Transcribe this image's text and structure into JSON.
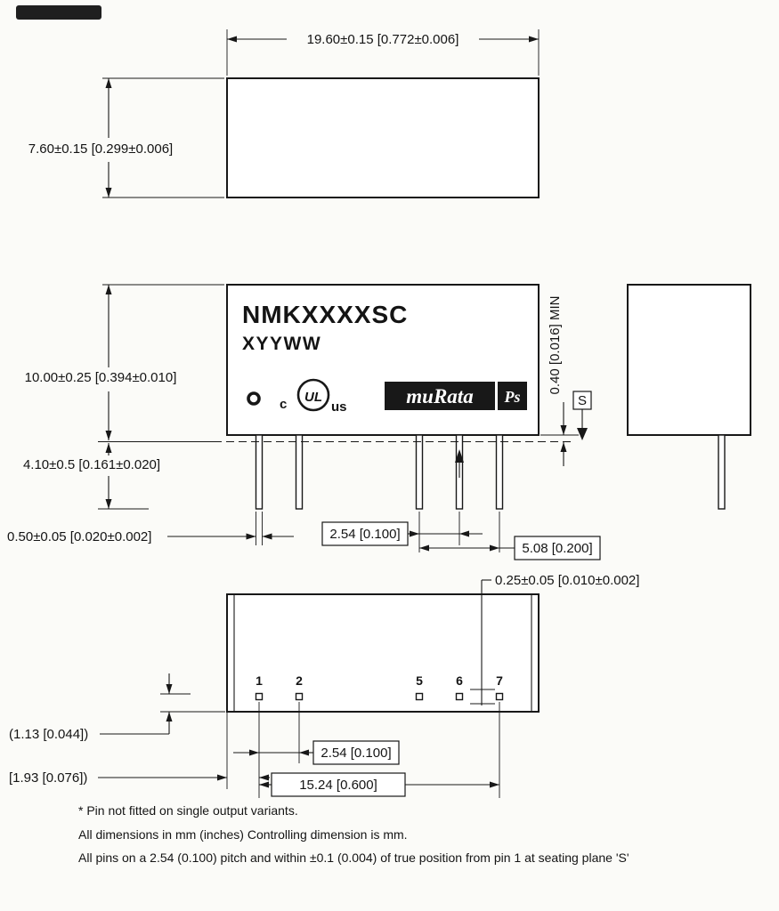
{
  "top_view": {
    "width_dim": "19.60±0.15 [0.772±0.006]",
    "height_dim": "7.60±0.15 [0.299±0.006]"
  },
  "front_view": {
    "part_number": "NMKXXXXSC",
    "date_code": "XYYWW",
    "ul_prefix": "c",
    "ul_mark": "UL",
    "ul_suffix": "us",
    "brand": "muRata",
    "brand_suffix": "Ps",
    "body_height_dim": "10.00±0.25 [0.394±0.010]",
    "pin_length_dim": "4.10±0.5 [0.161±0.020]",
    "pin_width_dim": "0.50±0.05 [0.020±0.002]",
    "pin_pitch_dim": "2.54 [0.100]",
    "pin_span_dim": "5.08 [0.200]",
    "standoff_dim": "0.40 [0.016] MIN",
    "seating_plane_label": "S"
  },
  "bottom_view": {
    "pin_thickness_dim": "0.25±0.05 [0.010±0.002]",
    "pin_labels": [
      "1",
      "2",
      "5",
      "6",
      "7"
    ],
    "pin_offset_dim": "(1.13 [0.044])",
    "pin_pitch_dim": "2.54 [0.100]",
    "pin_edge_dim": "[1.93 [0.076])",
    "pin_span_dim": "15.24 [0.600]"
  },
  "notes": {
    "line1": "* Pin not fitted on single output variants.",
    "line2": "All dimensions in mm (inches) Controlling dimension is mm.",
    "line3": "All pins on a 2.54 (0.100) pitch and within ±0.1 (0.004) of true position from pin 1 at seating plane 'S'"
  },
  "symbols": {
    "pin1_indicator": "ring-dot",
    "seating_plane_datum": "boxed-S-with-triangle",
    "asterisk_pin_marker": "up-arrow"
  },
  "colors": {
    "line_ink": "#181818",
    "logo_plate": "#181818",
    "background": "#fbfbf8"
  }
}
